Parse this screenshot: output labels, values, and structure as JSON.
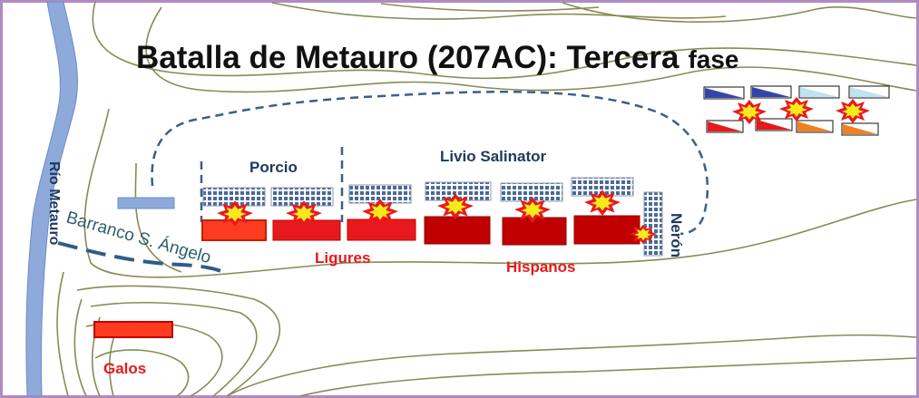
{
  "title": {
    "main": "Batalla de Metauro  (207AC): Tercera",
    "suffix": "fase"
  },
  "labels": {
    "river": "Río Metauro",
    "ravine": "Barranco S. Ángelo",
    "porcio": "Porcio",
    "livio": "Livio Salinator",
    "neron": "Nerón",
    "ligures": "Ligures",
    "hispanos": "Hispanos",
    "galos": "Galos"
  },
  "colors": {
    "frame": "#b18ac2",
    "terrain": "#8a8a55",
    "river": "#8eaadb",
    "roman": "#1f3a60",
    "carthaginian_light": "#ff3b1f",
    "carthaginian": "#e8191c",
    "carthaginian_dark": "#c00000",
    "clash": "#f7ea1c"
  }
}
